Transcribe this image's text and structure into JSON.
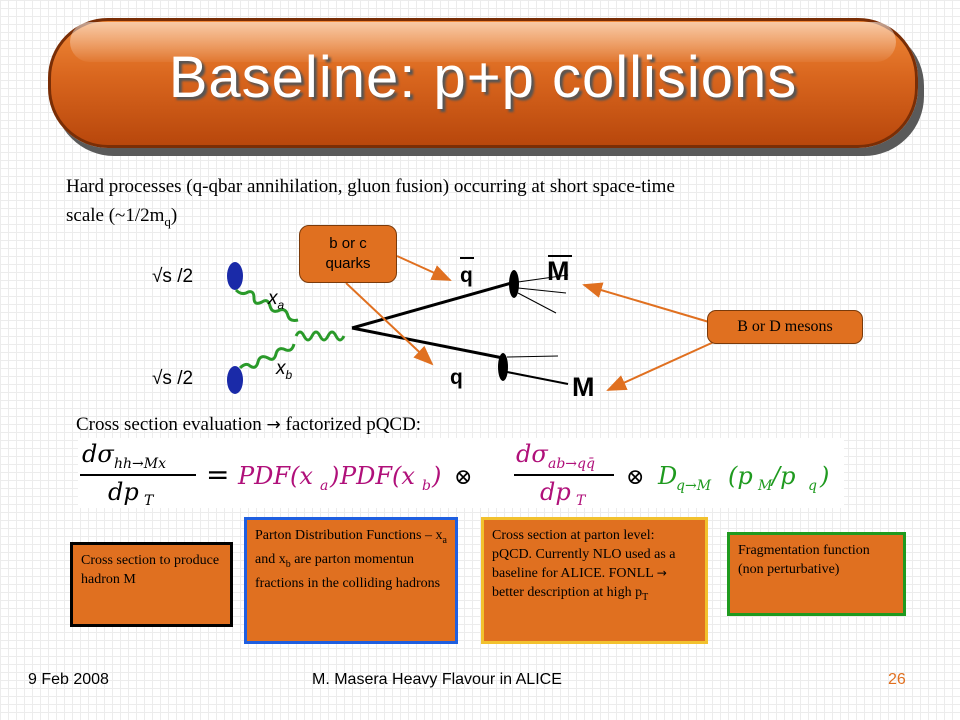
{
  "title": "Baseline: p+p collisions",
  "intro": {
    "line1": "Hard  processes (q-qbar annihilation, gluon fusion) occurring at short space-time",
    "line2_prefix": "scale (~1/2m",
    "line2_sub": "q",
    "line2_suffix": ")"
  },
  "diagram": {
    "beam_top": "√s /2",
    "beam_bottom": "√s /2",
    "xa_base": "x",
    "xa_sub": "a",
    "xb_base": "x",
    "xb_sub": "b",
    "qbar": "q",
    "q": "q",
    "mbar": "M",
    "m": "M",
    "callout_bc_line1": "b or c",
    "callout_bc_line2": "quarks",
    "callout_bd": "B or D mesons"
  },
  "cross_section_label": {
    "prefix": "Cross section evaluation ",
    "arrow": "→",
    "suffix": " factorized pQCD:"
  },
  "formula": {
    "lhs_num": "dσ",
    "lhs_num_sub": "hh→Mx",
    "lhs_den": "dp",
    "lhs_den_sub": "T",
    "equals": "=",
    "pdf_a": "PDF(x",
    "pdf_a_sub": "a",
    "pdf_b": "PDF(x",
    "pdf_b_sub": "b",
    "close": ")",
    "otimes": "⊗",
    "mid_num": "dσ",
    "mid_num_sub": "ab→qq̄",
    "mid_den": "dp",
    "mid_den_sub": "T",
    "frag": "D",
    "frag_sub": "q→M",
    "frag_arg": "(p",
    "frag_pm_sub": "M",
    "frag_slash": "/p",
    "frag_pq_sub": "q",
    "frag_close": ")"
  },
  "boxes": {
    "box1": "Cross section to produce hadron M",
    "box2_p1": "Parton Distribution Functions – x",
    "box2_sub_a": "a",
    "box2_p2": " and x",
    "box2_sub_b": "b",
    "box2_p3": " are parton momentun fractions in the colliding hadrons",
    "box3_p1": "Cross section at parton level: pQCD. Currently NLO used as a baseline for ALICE.  FONLL ",
    "box3_arrow": "→",
    "box3_p2": " better description at high p",
    "box3_sub": "T",
    "box4": "Fragmentation function (non perturbative)"
  },
  "footer": {
    "date": "9 Feb 2008",
    "author": "M. Masera   Heavy Flavour in ALICE",
    "page": "26"
  },
  "colors": {
    "accent_orange": "#e07020",
    "formula_green": "#1f9a1f",
    "formula_magenta": "#b0107a",
    "border_blue": "#1f5fe0",
    "border_yellow": "#f2c12e",
    "beam_blue": "#1a2aa8"
  }
}
